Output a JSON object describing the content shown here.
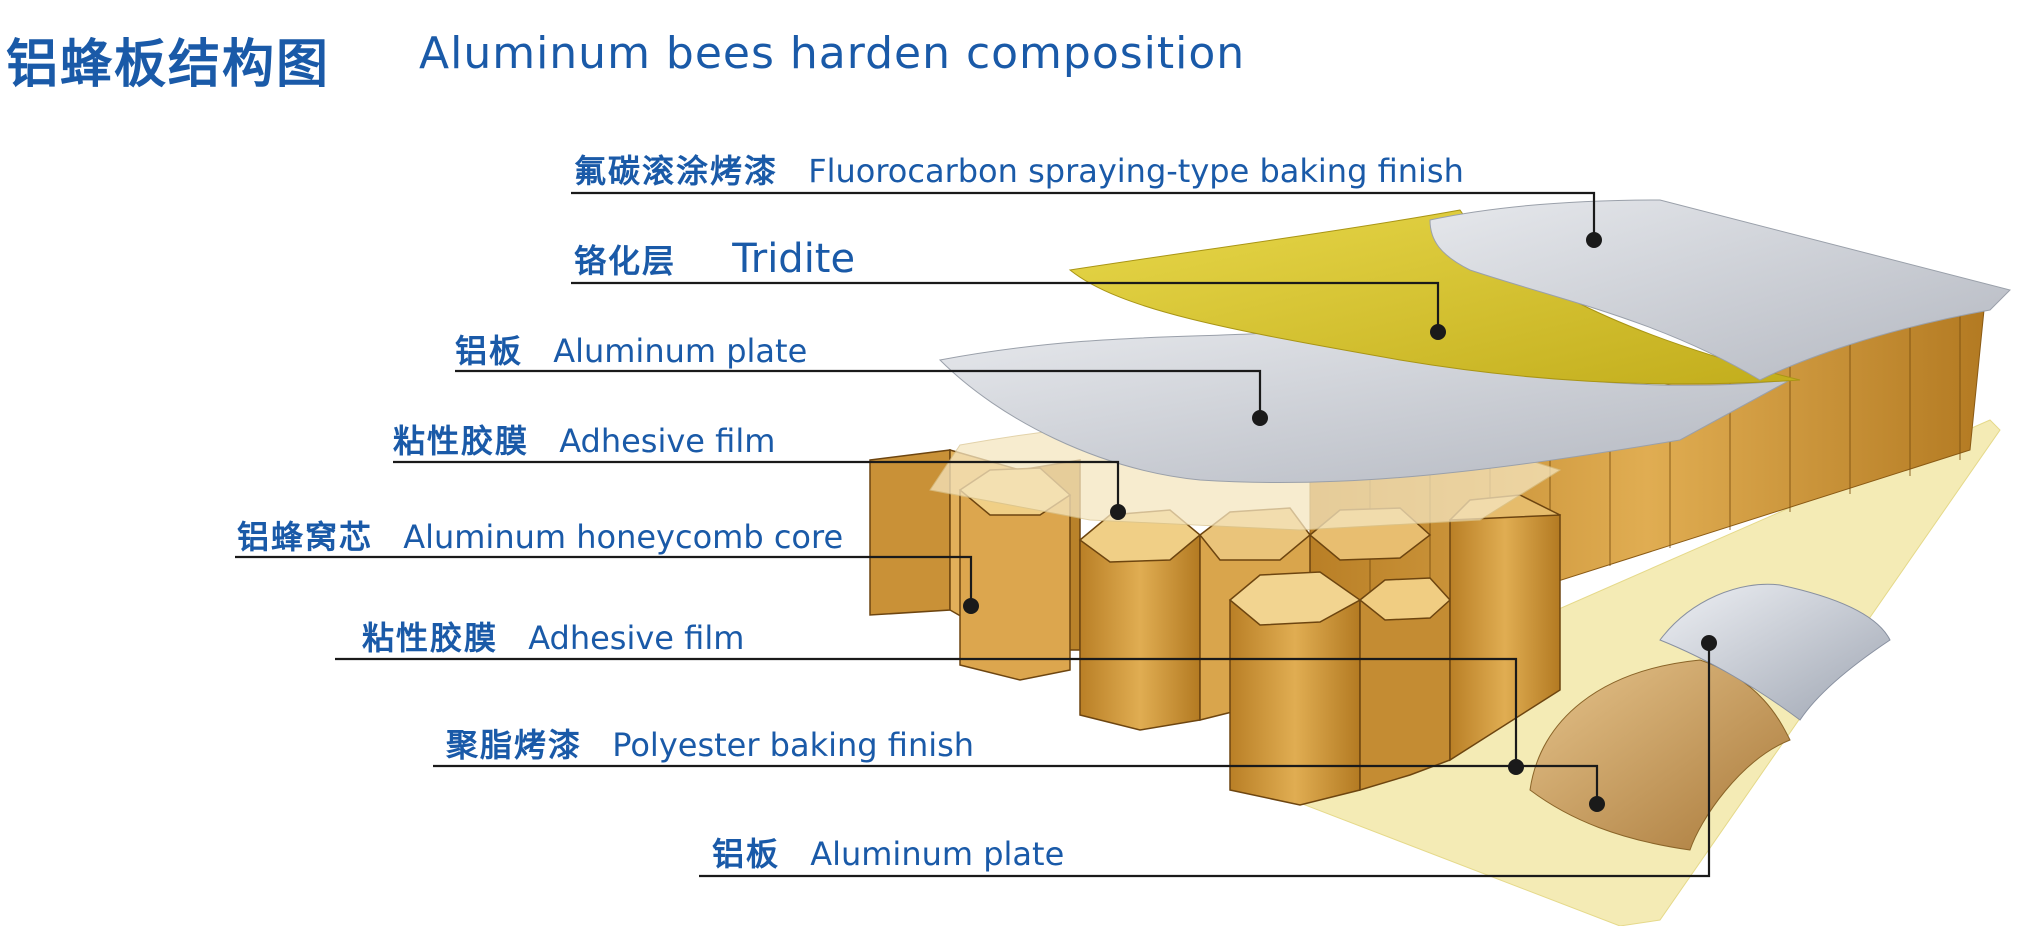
{
  "title": {
    "chinese": "铝蜂板结构图",
    "english": "Aluminum bees harden composition"
  },
  "layers": [
    {
      "chinese": "氟碳滚涂烤漆",
      "english": "Fluorocarbon spraying-type baking finish"
    },
    {
      "chinese": "铬化层",
      "english": "Tridite"
    },
    {
      "chinese": "铝板",
      "english": "Aluminum plate"
    },
    {
      "chinese": "粘性胶膜",
      "english": "Adhesive film"
    },
    {
      "chinese": "铝蜂窝芯",
      "english": "Aluminum honeycomb core"
    },
    {
      "chinese": "粘性胶膜",
      "english": "Adhesive film"
    },
    {
      "chinese": "聚脂烤漆",
      "english": "Polyester baking finish"
    },
    {
      "chinese": "铝板",
      "english": "Aluminum plate"
    }
  ],
  "colors": {
    "label_text": "#1a5aa8",
    "leader_line": "#1a1a1a",
    "fluorocarbon_sheet": "#c9ccd4",
    "tridite_sheet": "#d8c42a",
    "aluminum_sheet": "#cfd2d8",
    "adhesive_film": "#f1e6b8",
    "honeycomb_core": "#d19a3a",
    "polyester_sheet": "#c9a060"
  }
}
